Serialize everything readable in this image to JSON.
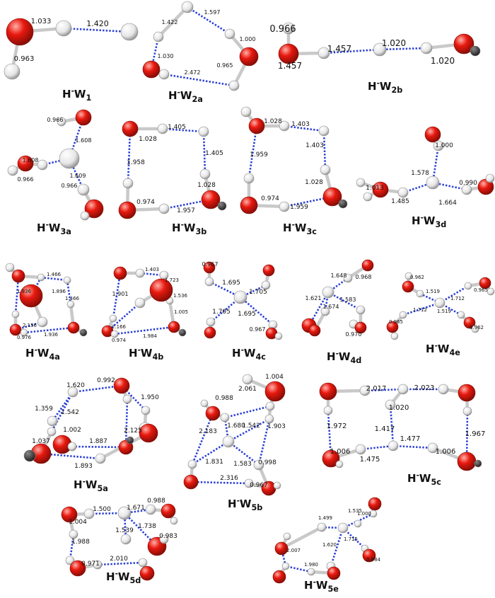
{
  "panels": [
    {
      "id": "W1",
      "label": {
        "main": "H",
        "sup": "-",
        "w": "W",
        "sub": "1"
      },
      "bond_labels": [
        "1.033",
        "1.420",
        "0.963"
      ]
    },
    {
      "id": "W2a",
      "label": {
        "main": "H",
        "sup": "-",
        "w": "W",
        "sub": "2a"
      },
      "bond_labels": [
        "1.422",
        "1.597",
        "1.000",
        "1.030",
        "2.472",
        "0.965"
      ]
    },
    {
      "id": "W2b",
      "label": {
        "main": "H",
        "sup": "-",
        "w": "W",
        "sub": "2b"
      },
      "bond_labels": [
        "0.966",
        "1.457",
        "1.457",
        "1.020",
        "1.020"
      ]
    },
    {
      "id": "W3a",
      "label": {
        "main": "H",
        "sup": "-",
        "w": "W",
        "sub": "3a"
      },
      "bond_labels": [
        "0.966",
        "1.608",
        "1.608",
        "0.966",
        "1.609",
        "0.966"
      ]
    },
    {
      "id": "W3b",
      "label": {
        "main": "H",
        "sup": "-",
        "w": "W",
        "sub": "3b"
      },
      "bond_labels": [
        "1.405",
        "1.028",
        "1.405",
        "1.958",
        "1.028",
        "0.974",
        "1.957"
      ]
    },
    {
      "id": "W3c",
      "label": {
        "main": "H",
        "sup": "-",
        "w": "W",
        "sub": "3c"
      },
      "bond_labels": [
        "1.028",
        "1.403",
        "1.403",
        "1.959",
        "1.028",
        "0.974",
        "1.959"
      ]
    },
    {
      "id": "W3d",
      "label": {
        "main": "H",
        "sup": "-",
        "w": "W",
        "sub": "3d"
      },
      "bond_labels": [
        "1.000",
        "1.578",
        "1.013",
        "0.990",
        "1.485",
        "1.664"
      ]
    },
    {
      "id": "W4a",
      "label": {
        "main": "H",
        "sup": "-",
        "w": "W",
        "sub": "4a"
      },
      "bond_labels": [
        "1.466",
        "1.936",
        "1.896",
        "1.466",
        "2.156",
        "0.976",
        "1.936"
      ]
    },
    {
      "id": "W4b",
      "label": {
        "main": "H",
        "sup": "-",
        "w": "W",
        "sub": "4b"
      },
      "bond_labels": [
        "1.403",
        "1.901",
        "1.723",
        "1.536",
        "2.166",
        "1.005",
        "0.974",
        "1.984"
      ]
    },
    {
      "id": "W4c",
      "label": {
        "main": "H",
        "sup": "-",
        "w": "W",
        "sub": "4c"
      },
      "bond_labels": [
        "0.967",
        "1.695",
        "1.705",
        "1.705",
        "1.695",
        "0.967"
      ]
    },
    {
      "id": "W4d",
      "label": {
        "main": "H",
        "sup": "-",
        "w": "W",
        "sub": "4d"
      },
      "bond_labels": [
        "1.648",
        "0.968",
        "1.621",
        "1.674",
        "1.583",
        "0.970"
      ]
    },
    {
      "id": "W4e",
      "label": {
        "main": "H",
        "sup": "-",
        "w": "W",
        "sub": "4e"
      },
      "bond_labels": [
        "0.962",
        "1.519",
        "0.965",
        "1.712",
        "1.712",
        "1.519",
        "0.965",
        "0.962"
      ]
    },
    {
      "id": "W5a",
      "label": {
        "main": "H",
        "sup": "-",
        "w": "W",
        "sub": "5a"
      },
      "bond_labels": [
        "1.620",
        "0.992",
        "1.950",
        "1.359",
        "1.542",
        "2.125",
        "1.002",
        "1.037",
        "1.887",
        "1.893"
      ]
    },
    {
      "id": "W5b",
      "label": {
        "main": "H",
        "sup": "-",
        "w": "W",
        "sub": "5b"
      },
      "bond_labels": [
        "1.004",
        "2.061",
        "0.988",
        "2.183",
        "1.680",
        "1.542",
        "1.903",
        "1.831",
        "1.583",
        "0.998",
        "2.316",
        "0.967"
      ]
    },
    {
      "id": "W5c",
      "label": {
        "main": "H",
        "sup": "-",
        "w": "W",
        "sub": "5c"
      },
      "bond_labels": [
        "2.017",
        "2.023",
        "1.020",
        "1.972",
        "1.417",
        "1.967",
        "1.006",
        "1.477",
        "1.475",
        "1.006"
      ]
    },
    {
      "id": "W5d",
      "label": {
        "main": "H",
        "sup": "-",
        "w": "W",
        "sub": "5d"
      },
      "bond_labels": [
        "1.671",
        "0.988",
        "1.500",
        "1.004",
        "1.738",
        "1.539",
        "0.983",
        "1.988",
        "0.971",
        "2.010"
      ]
    },
    {
      "id": "W5e",
      "label": {
        "main": "H",
        "sup": "-",
        "w": "W",
        "sub": "5e"
      },
      "bond_labels": [
        "1.535",
        "1.000",
        "1.499",
        "2.007",
        "1.715",
        "1.620",
        "0.984",
        "1.980"
      ]
    }
  ],
  "colors": {
    "oxygen": "#e8190f",
    "hydrogen": "#f2f2f2",
    "hbond": "#2a3fd6",
    "label": "#111111"
  }
}
